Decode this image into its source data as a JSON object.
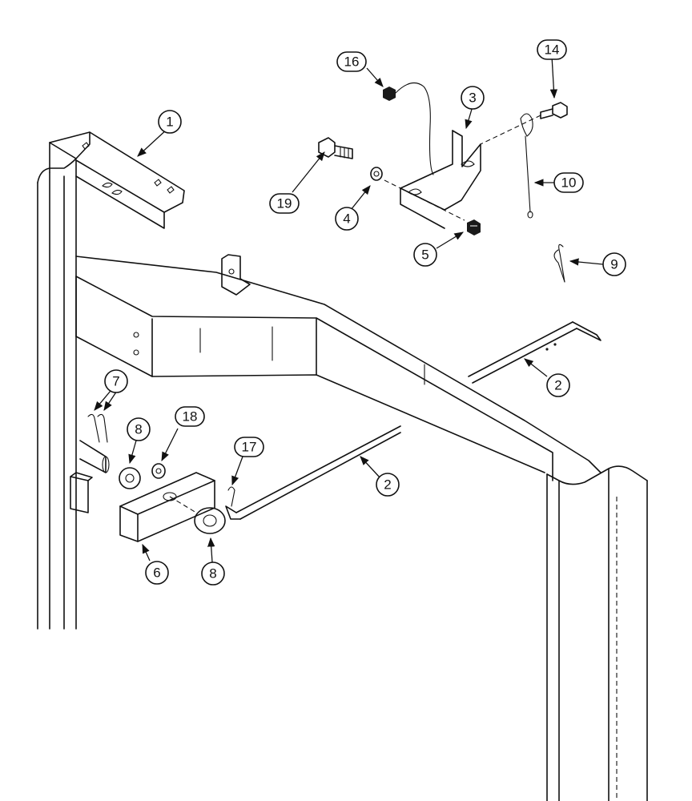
{
  "callouts": [
    {
      "id": "c1",
      "label": "1"
    },
    {
      "id": "c2a",
      "label": "2"
    },
    {
      "id": "c2b",
      "label": "2"
    },
    {
      "id": "c3",
      "label": "3"
    },
    {
      "id": "c4",
      "label": "4"
    },
    {
      "id": "c5",
      "label": "5"
    },
    {
      "id": "c6",
      "label": "6"
    },
    {
      "id": "c7",
      "label": "7"
    },
    {
      "id": "c8a",
      "label": "8"
    },
    {
      "id": "c8b",
      "label": "8"
    },
    {
      "id": "c9",
      "label": "9"
    },
    {
      "id": "c10",
      "label": "10"
    },
    {
      "id": "c14",
      "label": "14"
    },
    {
      "id": "c16",
      "label": "16"
    },
    {
      "id": "c17",
      "label": "17"
    },
    {
      "id": "c18",
      "label": "18"
    },
    {
      "id": "c19",
      "label": "19"
    }
  ]
}
